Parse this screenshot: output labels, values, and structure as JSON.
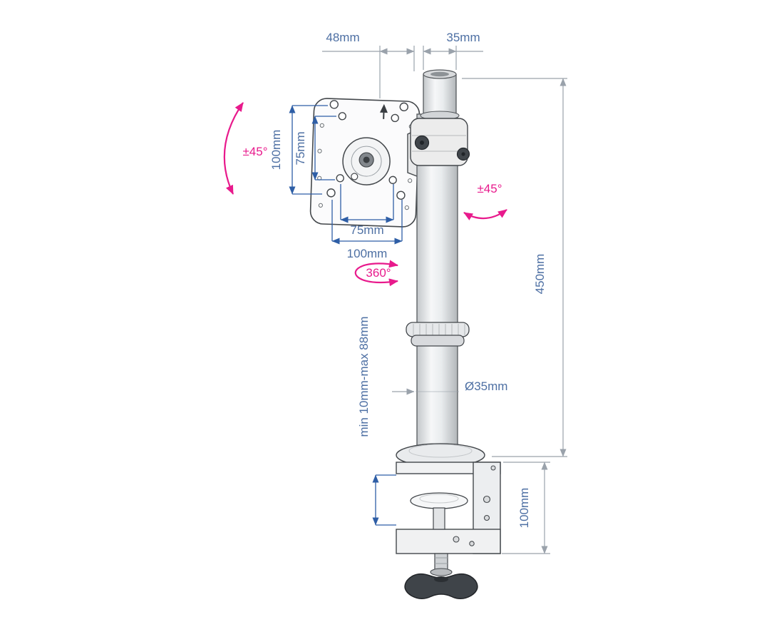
{
  "diagram": "monitor-desk-mount-dimension-drawing",
  "dimensions": {
    "top_offset": "48mm",
    "pole_top_diameter": "35mm",
    "pole_height": "450mm",
    "clamp_height": "100mm",
    "pole_diameter": "Ø35mm",
    "desk_thickness_range": "min 10mm-max 88mm",
    "vesa_vertical_outer": "100mm",
    "vesa_vertical_inner": "75mm",
    "vesa_horizontal_inner": "75mm",
    "vesa_horizontal_outer": "100mm"
  },
  "rotation_labels": {
    "tilt": "±45°",
    "swivel": "±45°",
    "pan": "360°"
  },
  "colors": {
    "dimension_text": "#4d6fa3",
    "dimension_line_gray": "#9aa2ab",
    "dimension_line_blue": "#2e5ea6",
    "rotation_pink": "#e81a8c",
    "line_art": "#43474b"
  }
}
